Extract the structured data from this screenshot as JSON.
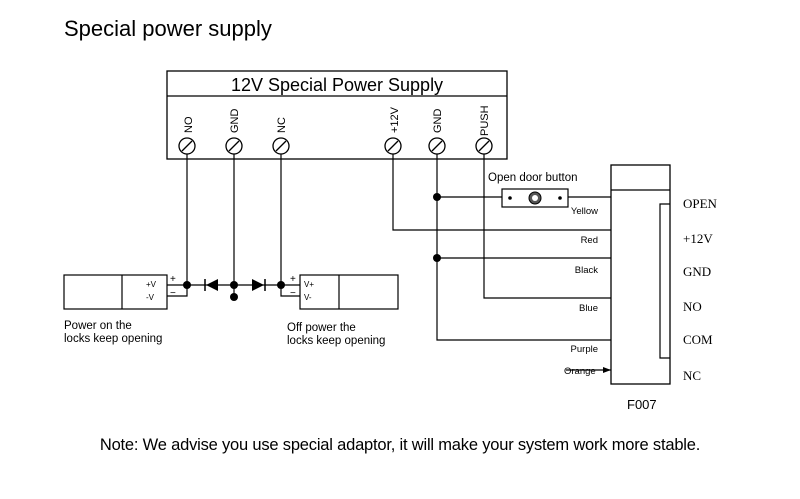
{
  "title": "Special power supply",
  "note": "Note: We advise you use special adaptor, it will make your system work more stable.",
  "power_supply": {
    "title": "12V Special Power Supply",
    "terminals": [
      "NO",
      "GND",
      "NC",
      "+12V",
      "GND",
      "PUSH"
    ]
  },
  "button": {
    "label": "Open door button"
  },
  "wires": [
    "Yellow",
    "Red",
    "Black",
    "Blue",
    "Purple",
    "Orange"
  ],
  "controller": {
    "model": "F007",
    "terminals": [
      "OPEN",
      "+12V",
      "GND",
      "NO",
      "COM",
      "NC"
    ]
  },
  "lock_left": {
    "plus_v": "+V",
    "minus_v": "-V",
    "plus_sign": "+",
    "minus_sign": "−",
    "caption_1": "Power on the",
    "caption_2": "locks keep opening"
  },
  "lock_right": {
    "plus_v": "V+",
    "minus_v": "V-",
    "plus_sign": "+",
    "minus_sign": "−",
    "caption_1": "Off power the",
    "caption_2": "locks keep opening"
  }
}
